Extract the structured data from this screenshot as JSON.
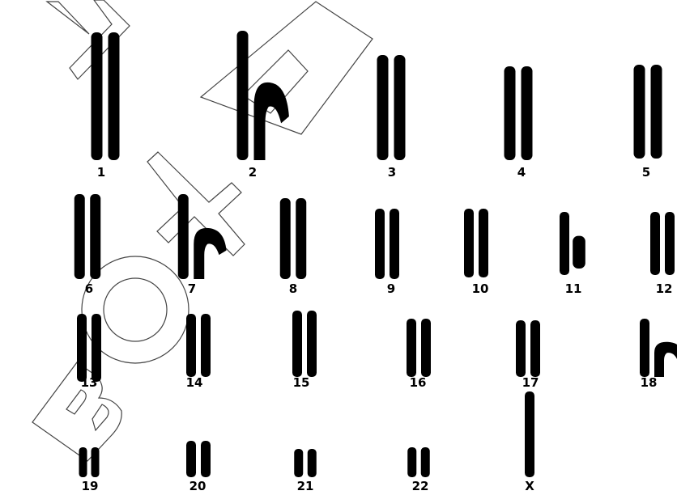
{
  "chart_data": {
    "type": "karyogram",
    "chromosomes": [
      {
        "label": "1",
        "pair": "normal"
      },
      {
        "label": "2",
        "pair": "one-bent"
      },
      {
        "label": "3",
        "pair": "normal"
      },
      {
        "label": "4",
        "pair": "normal"
      },
      {
        "label": "5",
        "pair": "normal"
      },
      {
        "label": "6",
        "pair": "normal"
      },
      {
        "label": "7",
        "pair": "one-bent"
      },
      {
        "label": "8",
        "pair": "normal"
      },
      {
        "label": "9",
        "pair": "normal"
      },
      {
        "label": "10",
        "pair": "normal"
      },
      {
        "label": "11",
        "pair": "one-small"
      },
      {
        "label": "12",
        "pair": "normal"
      },
      {
        "label": "13",
        "pair": "normal"
      },
      {
        "label": "14",
        "pair": "normal"
      },
      {
        "label": "15",
        "pair": "normal"
      },
      {
        "label": "16",
        "pair": "normal"
      },
      {
        "label": "17",
        "pair": "normal"
      },
      {
        "label": "18",
        "pair": "one-bent"
      },
      {
        "label": "19",
        "pair": "normal"
      },
      {
        "label": "20",
        "pair": "normal"
      },
      {
        "label": "21",
        "pair": "normal"
      },
      {
        "label": "22",
        "pair": "normal"
      },
      {
        "label": "X",
        "pair": "single"
      }
    ]
  },
  "watermark": {
    "text": "BOYAA",
    "color": "#444444"
  }
}
